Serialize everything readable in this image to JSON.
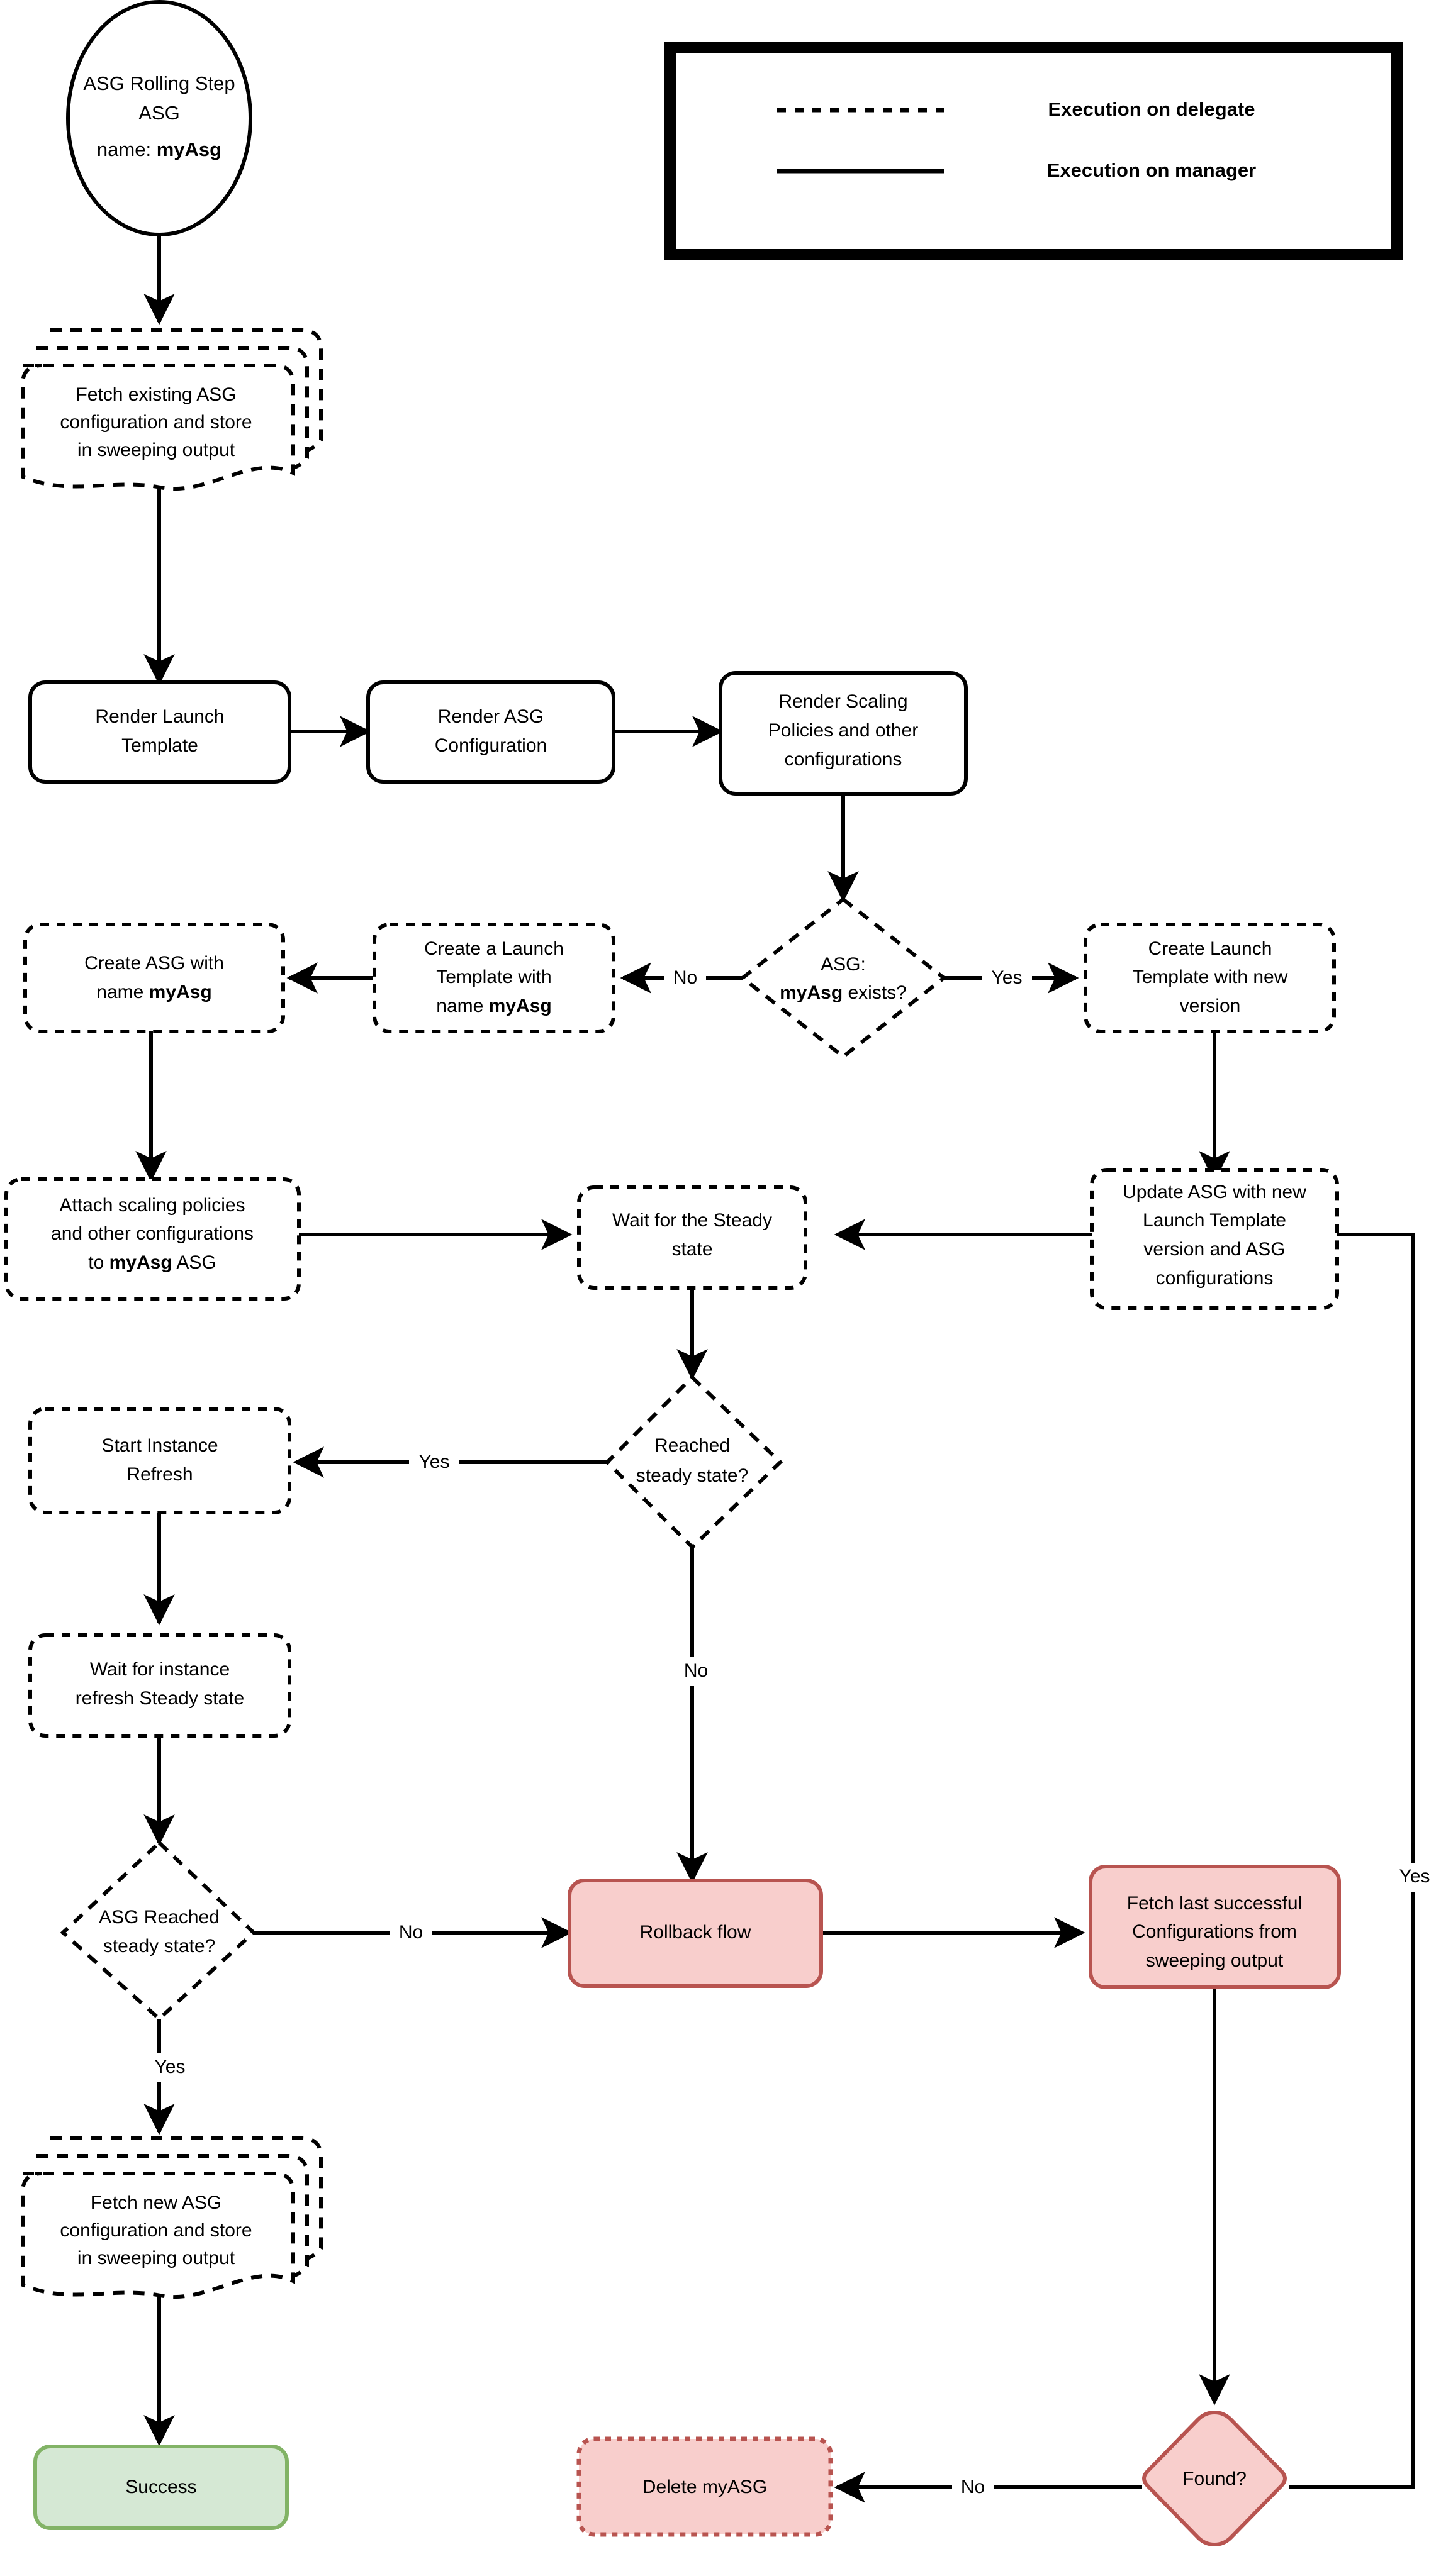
{
  "diagram": {
    "title": "ASG Rolling Step flowchart",
    "colors": {
      "stroke": "#000000",
      "background": "#ffffff",
      "red_fill": "#f8cecc",
      "red_stroke": "#b85450",
      "green_fill": "#d5e8d4",
      "green_stroke": "#82b366"
    }
  },
  "legend": {
    "items": [
      {
        "style": "dashed",
        "label": "Execution on delegate"
      },
      {
        "style": "solid",
        "label": "Execution on manager"
      }
    ]
  },
  "nodes": {
    "start": {
      "shape": "ellipse",
      "line1": "ASG Rolling Step",
      "line2": "ASG",
      "line3_prefix": "name: ",
      "line3_bold": "myAsg"
    },
    "fetch_existing": {
      "shape": "multi-document",
      "border": "dashed",
      "lines": [
        "Fetch existing ASG",
        "configuration and store",
        "in sweeping output"
      ]
    },
    "render_launch_template": {
      "shape": "process",
      "border": "solid",
      "lines": [
        "Render Launch",
        "Template"
      ]
    },
    "render_asg_config": {
      "shape": "process",
      "border": "solid",
      "lines": [
        "Render ASG",
        "Configuration"
      ]
    },
    "render_scaling_policies": {
      "shape": "process",
      "border": "solid",
      "lines": [
        "Render Scaling",
        "Policies and other",
        "configurations"
      ]
    },
    "asg_exists": {
      "shape": "diamond",
      "border": "dashed",
      "line1": "ASG:",
      "line2_bold": "myAsg",
      "line2_rest": " exists?"
    },
    "create_asg": {
      "shape": "process",
      "border": "dashed",
      "line1": "Create ASG with",
      "line2_prefix": "name ",
      "line2_bold": "myAsg"
    },
    "create_launch_template_name": {
      "shape": "process",
      "border": "dashed",
      "line1": "Create a Launch",
      "line2": "Template with",
      "line3_prefix": "name ",
      "line3_bold": "myAsg"
    },
    "create_launch_template_version": {
      "shape": "process",
      "border": "dashed",
      "lines": [
        "Create Launch",
        "Template with new",
        "version"
      ]
    },
    "attach_scaling": {
      "shape": "process",
      "border": "dashed",
      "line1": "Attach scaling policies",
      "line2": "and other configurations",
      "line3_prefix": "to ",
      "line3_bold": "myAsg",
      "line3_suffix": " ASG"
    },
    "wait_steady": {
      "shape": "process",
      "border": "dashed",
      "lines": [
        "Wait for the Steady",
        "state"
      ]
    },
    "update_asg": {
      "shape": "process",
      "border": "dashed",
      "lines": [
        "Update ASG with new",
        "Launch Template",
        "version and ASG",
        "configurations"
      ]
    },
    "reached_steady": {
      "shape": "diamond",
      "border": "dashed",
      "lines": [
        "Reached",
        "steady state?"
      ]
    },
    "start_instance_refresh": {
      "shape": "process",
      "border": "dashed",
      "lines": [
        "Start Instance",
        "Refresh"
      ]
    },
    "wait_instance_refresh": {
      "shape": "process",
      "border": "dashed",
      "lines": [
        "Wait for instance",
        "refresh Steady state"
      ]
    },
    "asg_reached_steady": {
      "shape": "diamond",
      "border": "dashed",
      "lines": [
        "ASG Reached",
        "steady state?"
      ]
    },
    "rollback_flow": {
      "shape": "process",
      "border": "solid",
      "fill": "red",
      "lines": [
        "Rollback flow"
      ]
    },
    "fetch_last_successful": {
      "shape": "process",
      "border": "solid",
      "fill": "red",
      "lines": [
        "Fetch last successful",
        "Configurations from",
        "sweeping output"
      ]
    },
    "fetch_new_asg": {
      "shape": "multi-document",
      "border": "dashed",
      "lines": [
        "Fetch new ASG",
        "configuration and store",
        "in sweeping output"
      ]
    },
    "success": {
      "shape": "process",
      "border": "solid",
      "fill": "green",
      "lines": [
        "Success"
      ]
    },
    "delete_myasg": {
      "shape": "process",
      "border": "dashed",
      "fill": "red",
      "lines": [
        "Delete myASG"
      ]
    },
    "found": {
      "shape": "diamond",
      "border": "solid",
      "fill": "red",
      "lines": [
        "Found?"
      ]
    }
  },
  "edge_labels": {
    "asg_exists_no": "No",
    "asg_exists_yes": "Yes",
    "reached_steady_yes": "Yes",
    "reached_steady_no": "No",
    "asg_reached_no": "No",
    "asg_reached_yes": "Yes",
    "found_no": "No",
    "found_yes": "Yes"
  }
}
